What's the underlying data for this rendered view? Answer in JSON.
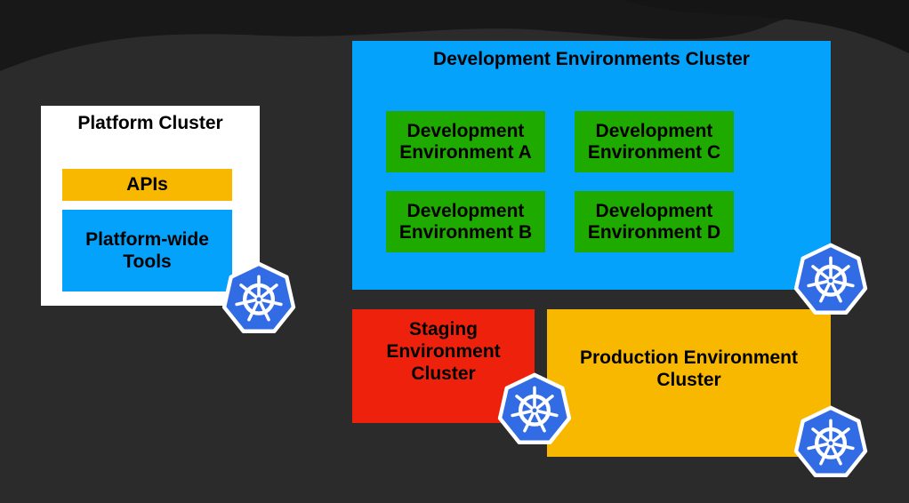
{
  "diagram": {
    "colors": {
      "background": "#2a2a2a",
      "platform": "#ffffff",
      "apis": "#f9b800",
      "tools": "#04a2fb",
      "dev_cluster": "#04a2fb",
      "dev_env": "#1faa00",
      "staging": "#ee220c",
      "production": "#f9b800",
      "k8s_icon": "#326ce5"
    },
    "platform_cluster": {
      "title": "Platform Cluster",
      "apis_label": "APIs",
      "tools_label": "Platform-wide\nTools",
      "icon": "kubernetes-icon"
    },
    "dev_cluster": {
      "title": "Development Environments Cluster",
      "environments": [
        {
          "label": "Development\nEnvironment A"
        },
        {
          "label": "Development\nEnvironment C"
        },
        {
          "label": "Development\nEnvironment B"
        },
        {
          "label": "Development\nEnvironment D"
        }
      ],
      "icon": "kubernetes-icon"
    },
    "staging_cluster": {
      "label": "Staging\nEnvironment\nCluster",
      "icon": "kubernetes-icon"
    },
    "production_cluster": {
      "label": "Production Environment\nCluster",
      "icon": "kubernetes-icon"
    }
  }
}
